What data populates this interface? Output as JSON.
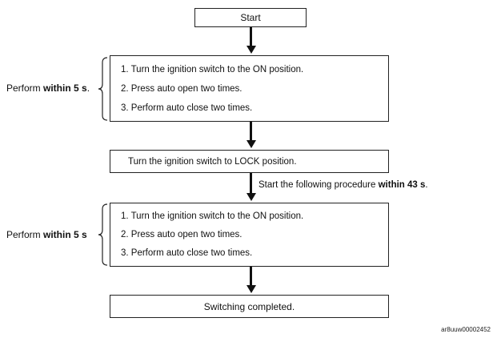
{
  "start_label": "Start",
  "group1": {
    "side_prefix": "Perform ",
    "side_bold": "within 5  s",
    "side_suffix": ".",
    "steps": [
      "1. Turn the ignition switch to the ON position.",
      "2. Press auto open two times.",
      "3. Perform auto close two times."
    ]
  },
  "lock_step": "Turn the ignition switch to LOCK position.",
  "timing_note": {
    "prefix": "Start the following procedure ",
    "bold": "within  43  s",
    "suffix": "."
  },
  "group2": {
    "side_prefix": "Perform ",
    "side_bold": "within  5  s",
    "side_suffix": "",
    "steps": [
      "1. Turn the ignition switch to the ON position.",
      "2. Press auto open two times.",
      "3. Perform auto close two times."
    ]
  },
  "end_label": "Switching completed.",
  "figure_id": "ar8uuw00002452"
}
